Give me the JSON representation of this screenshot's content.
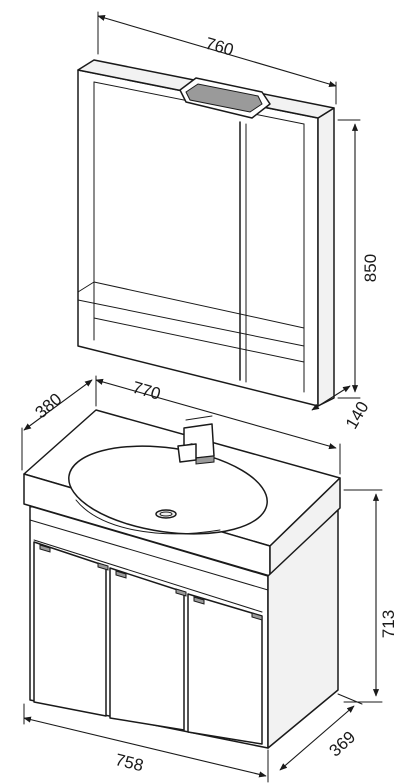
{
  "diagram": {
    "colors": {
      "line": "#1a1a1a",
      "background": "#ffffff",
      "shade": "#f2f2f2"
    },
    "mirror_cabinet": {
      "width_label": "760",
      "height_label": "850",
      "depth_label": "140"
    },
    "vanity": {
      "depth_label": "380",
      "width_label": "770",
      "height_label": "713",
      "base_width_label": "758",
      "base_depth_label": "369"
    }
  }
}
